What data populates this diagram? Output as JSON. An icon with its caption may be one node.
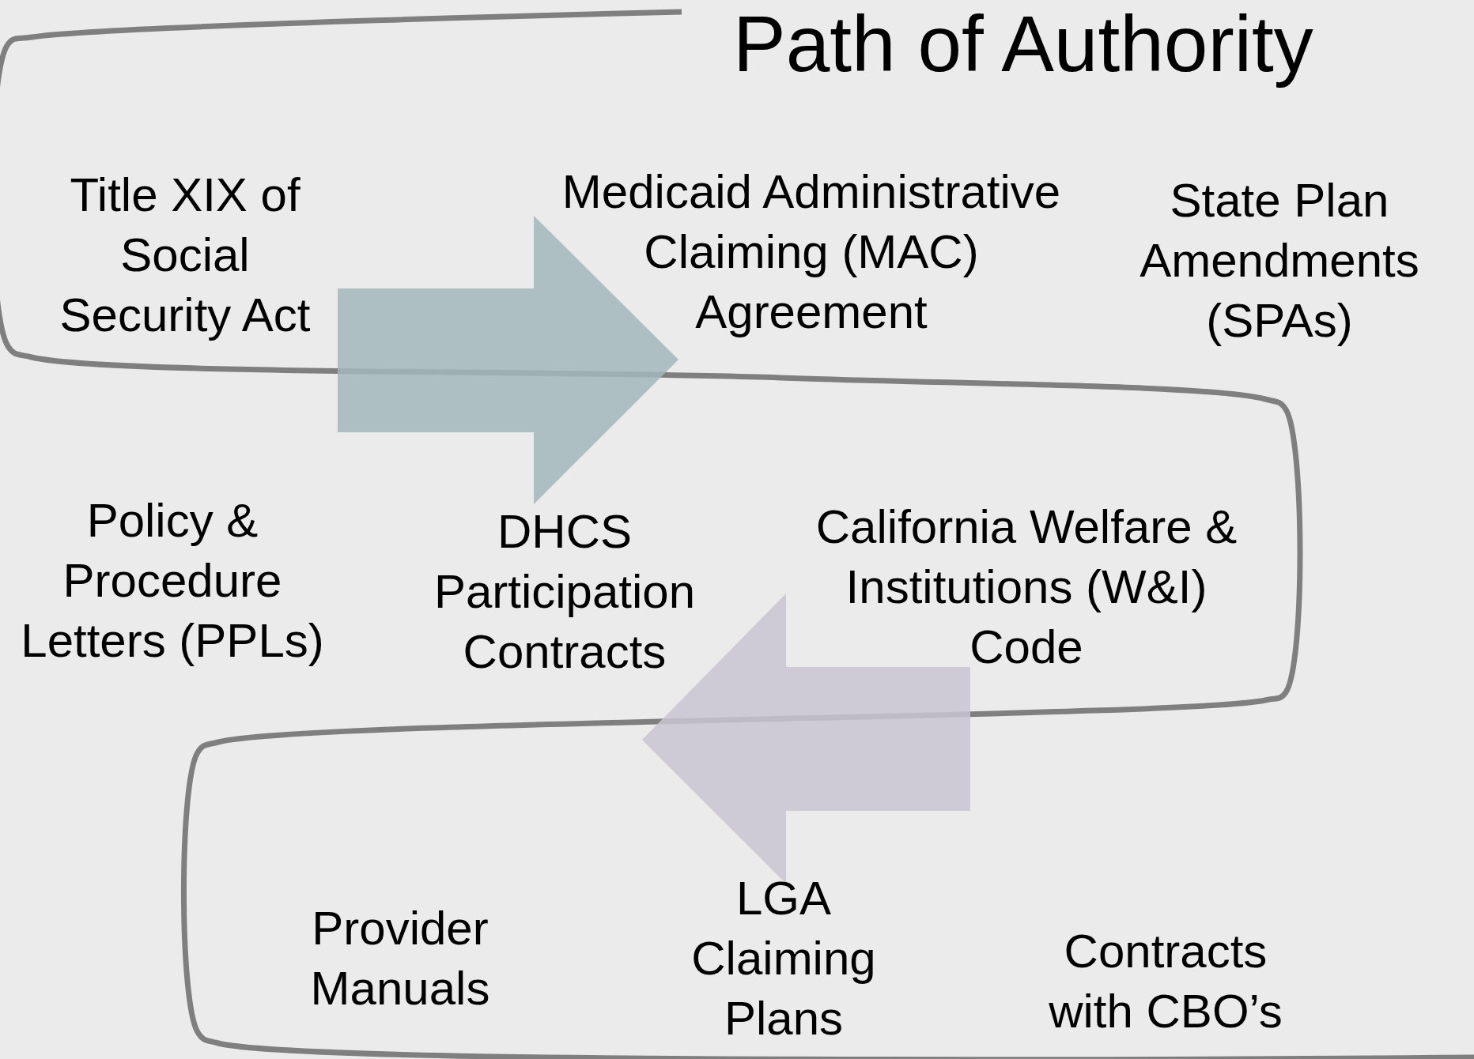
{
  "diagram": {
    "title": "Path of Authority",
    "labels": [
      "Title XIX of Social Security Act",
      "Medicaid Administrative Claiming (MAC) Agreement",
      "State Plan Amendments (SPAs)",
      "Policy & Procedure Letters (PPLs)",
      "DHCS Participation Contracts",
      "California Welfare & Institutions (W&I) Code",
      "Provider Manuals",
      "LGA Claiming Plans",
      "Contracts with CBO’s"
    ]
  }
}
